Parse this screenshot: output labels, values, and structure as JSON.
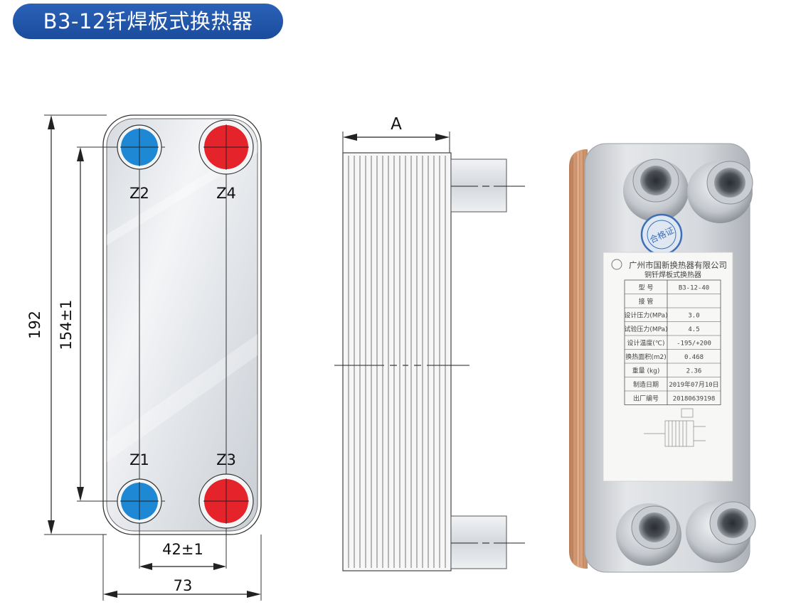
{
  "title": "B3-12钎焊板式换热器",
  "front_view": {
    "ports": {
      "z1": "Z1",
      "z2": "Z2",
      "z3": "Z3",
      "z4": "Z4"
    },
    "dims": {
      "height": "192",
      "port_spacing_v": "154±1",
      "port_spacing_h": "42±1",
      "width": "73"
    }
  },
  "side_view": {
    "dim_a": "A"
  },
  "nameplate": {
    "seal": "合格证",
    "company": "广州市国新换热器有限公司",
    "product": "铜钎焊板式换热器",
    "rows": [
      {
        "label": "型  号",
        "value": "B3-12-40"
      },
      {
        "label": "接  管",
        "value": ""
      },
      {
        "label": "设计压力(MPa)",
        "value": "3.0"
      },
      {
        "label": "试验压力(MPa)",
        "value": "4.5"
      },
      {
        "label": "设计温度(℃)",
        "value": "-195/+200"
      },
      {
        "label": "换热面积(m2)",
        "value": "0.468"
      },
      {
        "label": "重量 (kg)",
        "value": "2.36"
      },
      {
        "label": "制造日期",
        "value": "2019年07月10日"
      },
      {
        "label": "出厂编号",
        "value": "20180639198"
      }
    ]
  },
  "colors": {
    "hot": "#e4232a",
    "cold": "#1e88d4",
    "title_bg": "#1f55a6",
    "copper": "#d9a07a"
  }
}
